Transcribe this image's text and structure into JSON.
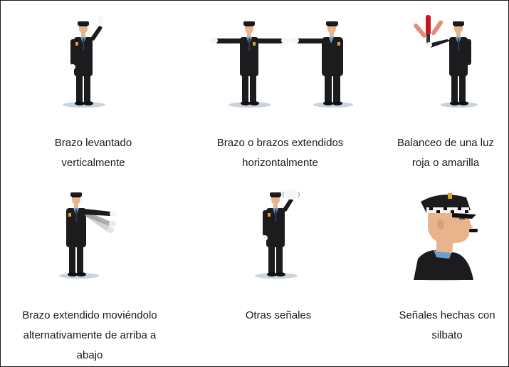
{
  "signals": [
    {
      "lines": [
        "Brazo levantado",
        "verticalmente"
      ]
    },
    {
      "lines": [
        "Brazo o brazos extendidos",
        "horizontalmente"
      ]
    },
    {
      "lines": [
        "Balanceo de una luz",
        "roja o amarilla"
      ]
    },
    {
      "lines": [
        "Brazo extendido moviéndolo",
        "alternativamente de arriba a",
        "abajo"
      ]
    },
    {
      "lines": [
        "Otras señales"
      ]
    },
    {
      "lines": [
        "Señales hechas con",
        "silbato"
      ]
    }
  ],
  "colors": {
    "uniform": "#1c1c1e",
    "skin": "#e8b48c",
    "glove": "#f4f6fa",
    "shirt": "#6a9ed0",
    "tie": "#2a3550",
    "badge": "#d9a323",
    "light_red": "#c8161d",
    "light_salmon": "#e88a7a",
    "shadow": "#c9d3de"
  }
}
